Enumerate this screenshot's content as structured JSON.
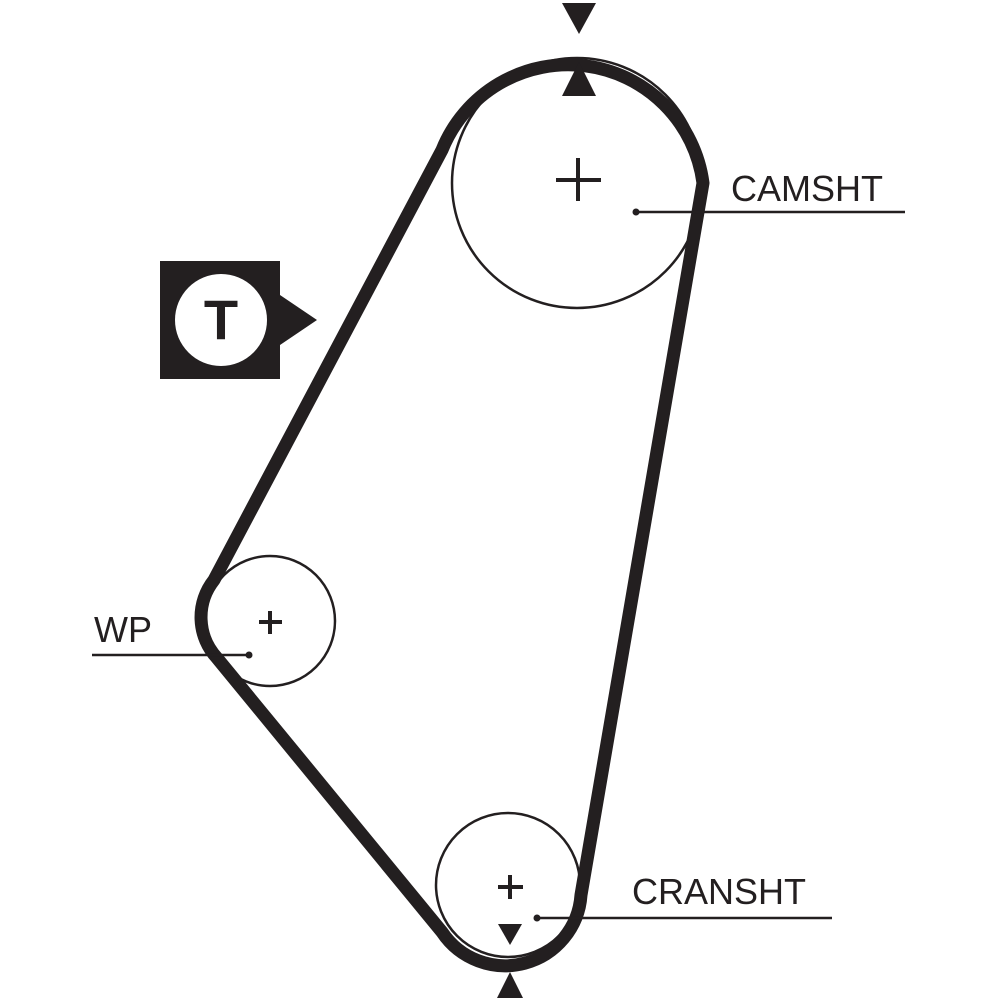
{
  "diagram": {
    "title": "Timing belt routing diagram",
    "labels": {
      "camshaft": "CAMSHT",
      "water_pump": "WP",
      "crankshaft": "CRANSHT",
      "tensioner": "T"
    },
    "colors": {
      "ink": "#231f20",
      "background": "#ffffff"
    },
    "components": [
      {
        "id": "camshaft",
        "label": "CAMSHT",
        "kind": "pulley",
        "timing_mark": true
      },
      {
        "id": "water_pump",
        "label": "WP",
        "kind": "pulley",
        "timing_mark": false
      },
      {
        "id": "crankshaft",
        "label": "CRANSHT",
        "kind": "pulley",
        "timing_mark": true
      },
      {
        "id": "tensioner",
        "label": "T",
        "kind": "tensioner-marker"
      }
    ]
  }
}
